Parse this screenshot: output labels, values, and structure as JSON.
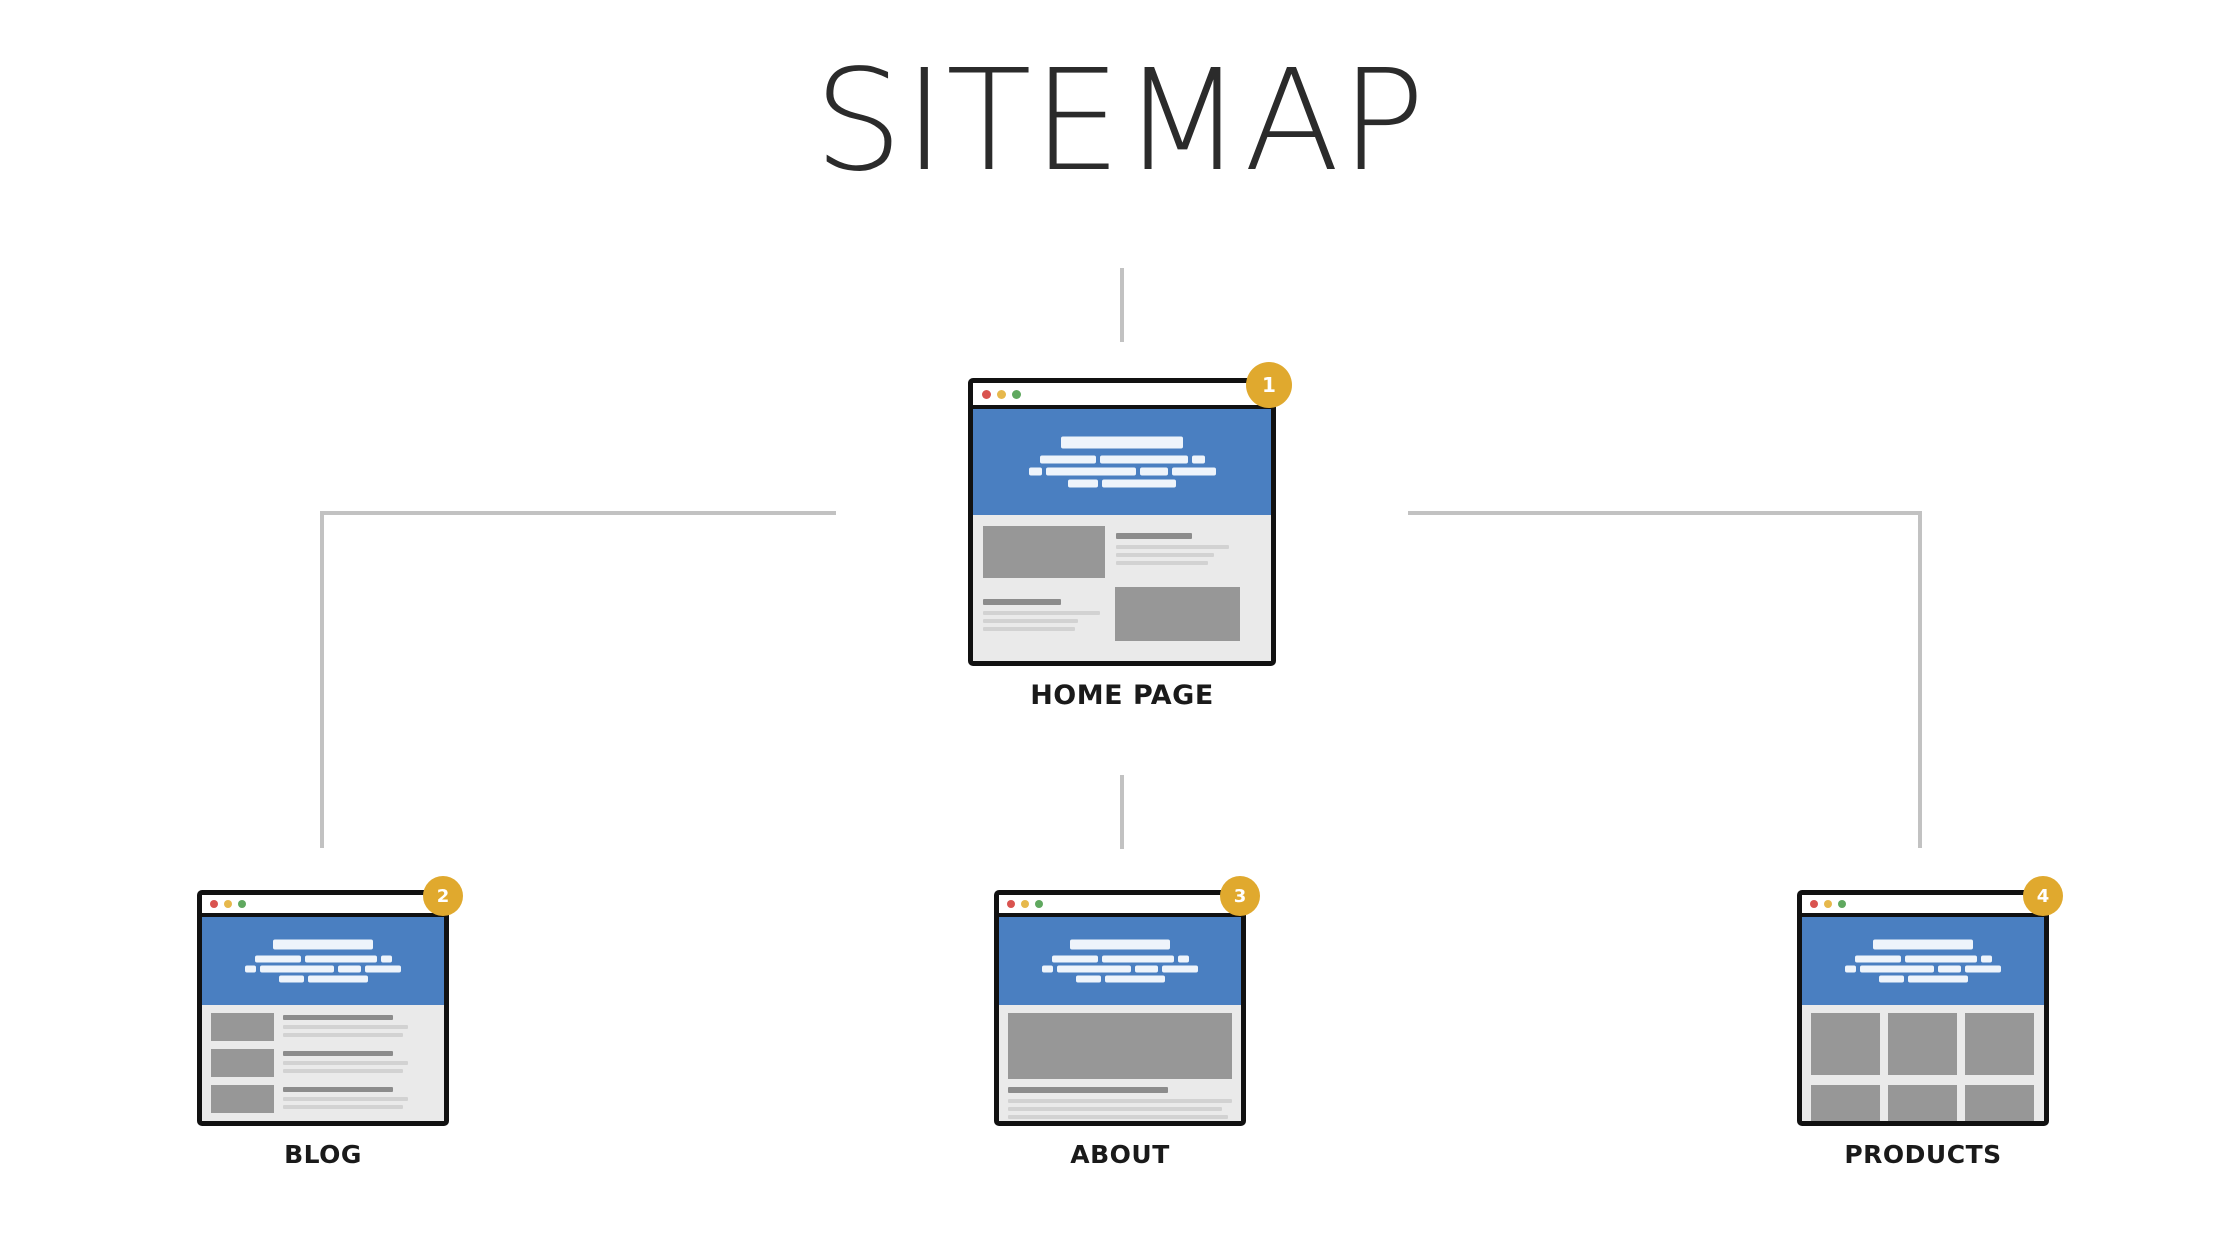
{
  "page": {
    "title": "SITEMAP",
    "background_color": "#ffffff"
  },
  "theme": {
    "accent_blue": "#4a7fc1",
    "badge_gold": "#e0a92e",
    "connector_gray": "#c2c2c2",
    "window_border": "#111111",
    "content_bg": "#eaeaea",
    "image_gray": "#979797",
    "heading_gray": "#8c8c8c",
    "line_gray": "#d2d2d2",
    "text_color": "#1a1a1a",
    "dot_red": "#d9534f",
    "dot_yellow": "#e6b84c",
    "dot_green": "#5fa85f"
  },
  "nodes": [
    {
      "id": "home",
      "label": "HOME PAGE",
      "badge": "1",
      "layout": "hero-zigzag",
      "level": 1
    },
    {
      "id": "blog",
      "label": "BLOG",
      "badge": "2",
      "layout": "list-rows",
      "level": 2
    },
    {
      "id": "about",
      "label": "ABOUT",
      "badge": "3",
      "layout": "single-image-text",
      "level": 2
    },
    {
      "id": "products",
      "label": "PRODUCTS",
      "badge": "4",
      "layout": "grid-tiles",
      "level": 2
    }
  ],
  "connections": [
    {
      "from": "title",
      "to": "home",
      "shape": "vertical"
    },
    {
      "from": "home",
      "to": "blog",
      "shape": "elbow-left"
    },
    {
      "from": "home",
      "to": "about",
      "shape": "vertical"
    },
    {
      "from": "home",
      "to": "products",
      "shape": "elbow-right"
    }
  ],
  "window_chrome": {
    "dots": [
      "red",
      "yellow",
      "green"
    ]
  }
}
